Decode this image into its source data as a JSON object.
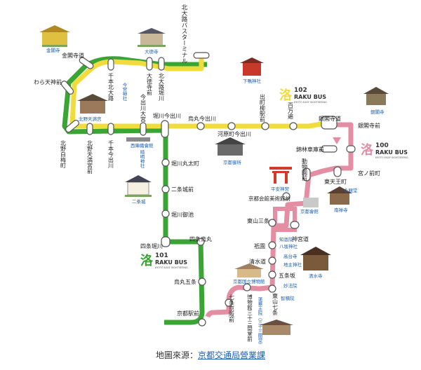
{
  "routes": [
    {
      "id": "101",
      "name": "101",
      "brand": "RAKU BUS",
      "sub": "KYOTO EASY SIGHTSEEING",
      "color": "#3aa535"
    },
    {
      "id": "102",
      "name": "102",
      "brand": "RAKU BUS",
      "sub": "KYOTO EASY SIGHTSEEING",
      "color": "#f0dc3c"
    },
    {
      "id": "100",
      "name": "100",
      "brand": "RAKU BUS",
      "sub": "KYOTO EASY SIGHTSEEING",
      "color": "#e48ea4"
    }
  ],
  "stops": [
    {
      "id": "kitaoji-bt",
      "label": "北大路バスターミナル"
    },
    {
      "id": "kinkakuji-michi",
      "label": "金閣寺道"
    },
    {
      "id": "warabe",
      "label": "わら天神前"
    },
    {
      "id": "kitano-hakubaicho",
      "label": "北野白梅町"
    },
    {
      "id": "kitano-tenmangu",
      "label": "北野天満宮前"
    },
    {
      "id": "senbon-kitaoji",
      "label": "千本北大路"
    },
    {
      "id": "senbon-imadegawa",
      "label": "千本今出川"
    },
    {
      "id": "daitokuji",
      "label": "大徳寺前"
    },
    {
      "id": "kitaoji-horikawa",
      "label": "北大路堀川"
    },
    {
      "id": "imadegawa-omiya",
      "label": "今出川大宮"
    },
    {
      "id": "horikawa-imadegawa",
      "label": "堀川今出川"
    },
    {
      "id": "karasuma-imadegawa",
      "label": "烏丸今出川"
    },
    {
      "id": "kawaramachi-imadegawa",
      "label": "河原町今出川"
    },
    {
      "id": "demachi",
      "label": "出町柳駅前"
    },
    {
      "id": "hyakumanben",
      "label": "百万遍"
    },
    {
      "id": "ginkakuji-michi",
      "label": "銀閣寺道"
    },
    {
      "id": "ginkakuji-mae",
      "label": "銀閣寺前"
    },
    {
      "id": "jodoji",
      "label": "錦林車庫前"
    },
    {
      "id": "dobutsuen",
      "label": "動物園前"
    },
    {
      "id": "higashitenno",
      "label": "東天王町"
    },
    {
      "id": "miyanomae",
      "label": "宮ノ前町"
    },
    {
      "id": "okazaki",
      "label": "京都会館美術館前"
    },
    {
      "id": "jingu-michi",
      "label": "神宮道"
    },
    {
      "id": "higashiyama-sanjo",
      "label": "東山三条"
    },
    {
      "id": "gion",
      "label": "祇園"
    },
    {
      "id": "kiyomizu-michi",
      "label": "清水道"
    },
    {
      "id": "gojozaka",
      "label": "五条坂"
    },
    {
      "id": "higashiyama-shichijo",
      "label": "東山七条"
    },
    {
      "id": "hakubutsukan",
      "label": "博物館三十三間堂前"
    },
    {
      "id": "shichijo-keihan",
      "label": "七条京阪前"
    },
    {
      "id": "kyoto-eki",
      "label": "京都駅前"
    },
    {
      "id": "horikawa-marutamachi",
      "label": "堀川丸太町"
    },
    {
      "id": "nijojo",
      "label": "二条城前"
    },
    {
      "id": "horikawa-oike",
      "label": "堀川御池"
    },
    {
      "id": "shijo-horikawa",
      "label": "四条堀川"
    },
    {
      "id": "shijo-karasuma",
      "label": "四条烏丸"
    },
    {
      "id": "karasuma-gojo",
      "label": "烏丸五条"
    }
  ],
  "pois": [
    {
      "id": "kinkakuji",
      "label": "金閣寺",
      "color": "#1a5fb4"
    },
    {
      "id": "daitokuji-t",
      "label": "大德寺",
      "color": "#1a5fb4"
    },
    {
      "id": "shimogamo",
      "label": "下鴨神社",
      "color": "#1a5fb4"
    },
    {
      "id": "kitano-t",
      "label": "北野天满宫",
      "color": "#1a5fb4"
    },
    {
      "id": "imamiya",
      "label": "今宮神社",
      "color": "#1a5fb4"
    },
    {
      "id": "nishijin",
      "label": "西陣織會館",
      "color": "#1a5fb4"
    },
    {
      "id": "seimei",
      "label": "晴明神社",
      "color": "#1a5fb4"
    },
    {
      "id": "gosho",
      "label": "京都御所",
      "color": "#1a5fb4"
    },
    {
      "id": "nijo-castle",
      "label": "二条城",
      "color": "#1a5fb4"
    },
    {
      "id": "ginkaku-t",
      "label": "銀閣寺",
      "color": "#1a5fb4"
    },
    {
      "id": "heian",
      "label": "平安神宮",
      "color": "#1a5fb4"
    },
    {
      "id": "eikando",
      "label": "永観堂",
      "color": "#1a5fb4"
    },
    {
      "id": "nanzenji",
      "label": "南禅寺",
      "color": "#1a5fb4"
    },
    {
      "id": "miyako-messe",
      "label": "京都會館",
      "color": "#1a5fb4"
    },
    {
      "id": "chionin",
      "label": "知恩院",
      "color": "#1a5fb4"
    },
    {
      "id": "yasaka",
      "label": "八坂神社",
      "color": "#1a5fb4"
    },
    {
      "id": "kodaiji",
      "label": "高台寺",
      "color": "#1a5fb4"
    },
    {
      "id": "jishu",
      "label": "地主神社",
      "color": "#1a5fb4"
    },
    {
      "id": "kiyomizu-t",
      "label": "清水寺",
      "color": "#1a5fb4"
    },
    {
      "id": "myohoin",
      "label": "妙法院",
      "color": "#1a5fb4"
    },
    {
      "id": "chishakuin",
      "label": "智積院",
      "color": "#1a5fb4"
    },
    {
      "id": "museum",
      "label": "京都国立博物館",
      "color": "#1a5fb4"
    },
    {
      "id": "sanjusangen",
      "label": "蓮華王院（三十三間堂）",
      "color": "#1a5fb4"
    }
  ],
  "footer": {
    "prefix": "地圖來源：",
    "link_text": "京都交通局營業課"
  }
}
